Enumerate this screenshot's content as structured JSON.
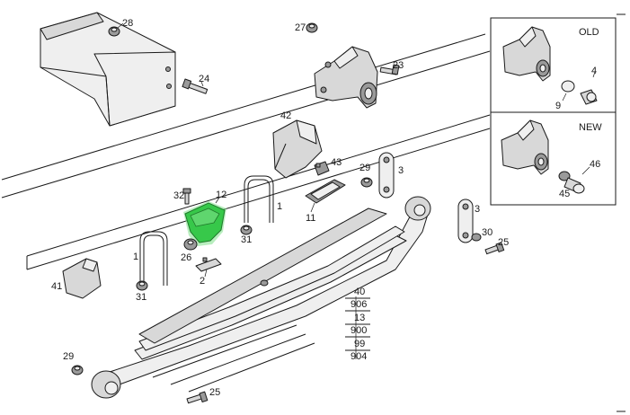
{
  "diagram": {
    "callouts": {
      "c28": "28",
      "c27": "27",
      "c24": "24",
      "c23": "23",
      "c42": "42",
      "c43": "43",
      "c29a": "29",
      "c3a": "3",
      "c32": "32",
      "c12": "12",
      "c1a": "1",
      "c11": "11",
      "c31a": "31",
      "c26": "26",
      "c1b": "1",
      "c2": "2",
      "c41": "41",
      "c31b": "31",
      "c3b": "3",
      "c30": "30",
      "c25a": "25",
      "c29b": "29",
      "c25b": "25"
    },
    "kit_list": [
      "40",
      "906",
      "13",
      "900",
      "99",
      "904"
    ],
    "highlight_color": "#37c84a"
  },
  "inset": {
    "old": {
      "title": "OLD",
      "c4": "4",
      "c9": "9"
    },
    "new": {
      "title": "NEW",
      "c46": "46",
      "c45": "45"
    }
  }
}
